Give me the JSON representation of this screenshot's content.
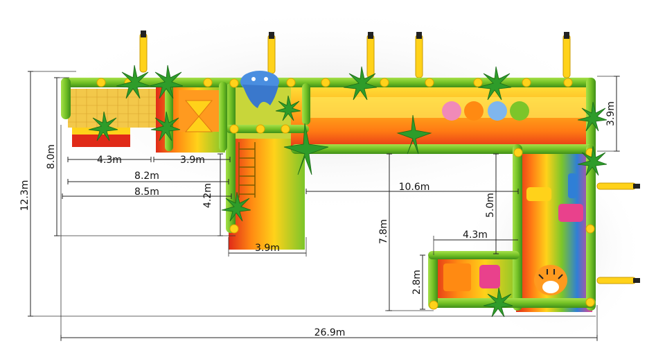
{
  "dimensions": {
    "total_width": "26.9m",
    "total_height": "12.3m",
    "left_depth": "8.0m",
    "entry_width": "4.3m",
    "entry_next_width": "3.9m",
    "span_8_2": "8.2m",
    "span_8_5": "8.5m",
    "mid_depth": "4.2m",
    "mid_bottom_width": "3.9m",
    "top_right_height": "3.9m",
    "upper_span": "10.6m",
    "right_drop": "5.0m",
    "inner_width": "4.3m",
    "inner_height": "7.8m",
    "bottom_module_height": "2.8m"
  },
  "palette": {
    "tube_green": "#7cc52a",
    "tube_dark": "#3e8f17",
    "yellow": "#ffd21a",
    "orange": "#ff8a12",
    "red": "#e0241b",
    "blue": "#2f7fd6",
    "pink": "#e9418c",
    "palm": "#2e9c2a",
    "tiger": "#ff9a1f"
  }
}
